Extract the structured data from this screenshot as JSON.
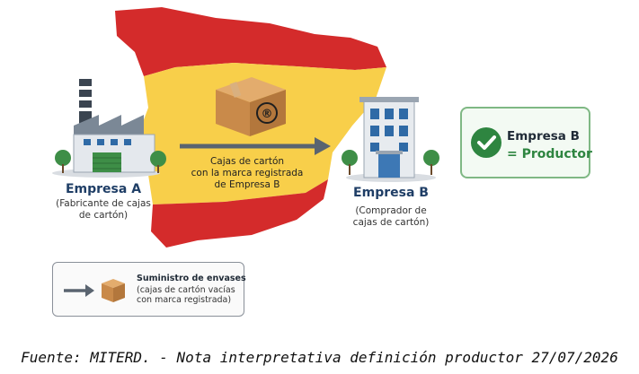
{
  "empresa_a": {
    "title": "Empresa A",
    "subtitle_lines": [
      "(Fabricante de cajas",
      "de cartón)"
    ]
  },
  "arrow_label": {
    "lines": [
      "Cajas de cartón",
      "con la marca registrada",
      "de Empresa B"
    ]
  },
  "empresa_b": {
    "title": "Empresa B",
    "subtitle_lines": [
      "(Comprador de",
      "cajas de cartón)"
    ]
  },
  "producer_card": {
    "line1": "Empresa B",
    "line2": "= Productor"
  },
  "legend": {
    "title": "Suministro de envases",
    "subtitle_lines": [
      "(cajas de cartón vacías",
      "con marca registrada)"
    ]
  },
  "box_mark": "®",
  "caption": "Fuente: MITERD. - Nota interpretativa definición productor 27/07/2026",
  "colors": {
    "flag_red": "#d42b2b",
    "flag_yellow": "#f8cf4a",
    "accent_green": "#2e8540",
    "heading_blue": "#1f3e66",
    "box_brown": "#c98a4a"
  }
}
